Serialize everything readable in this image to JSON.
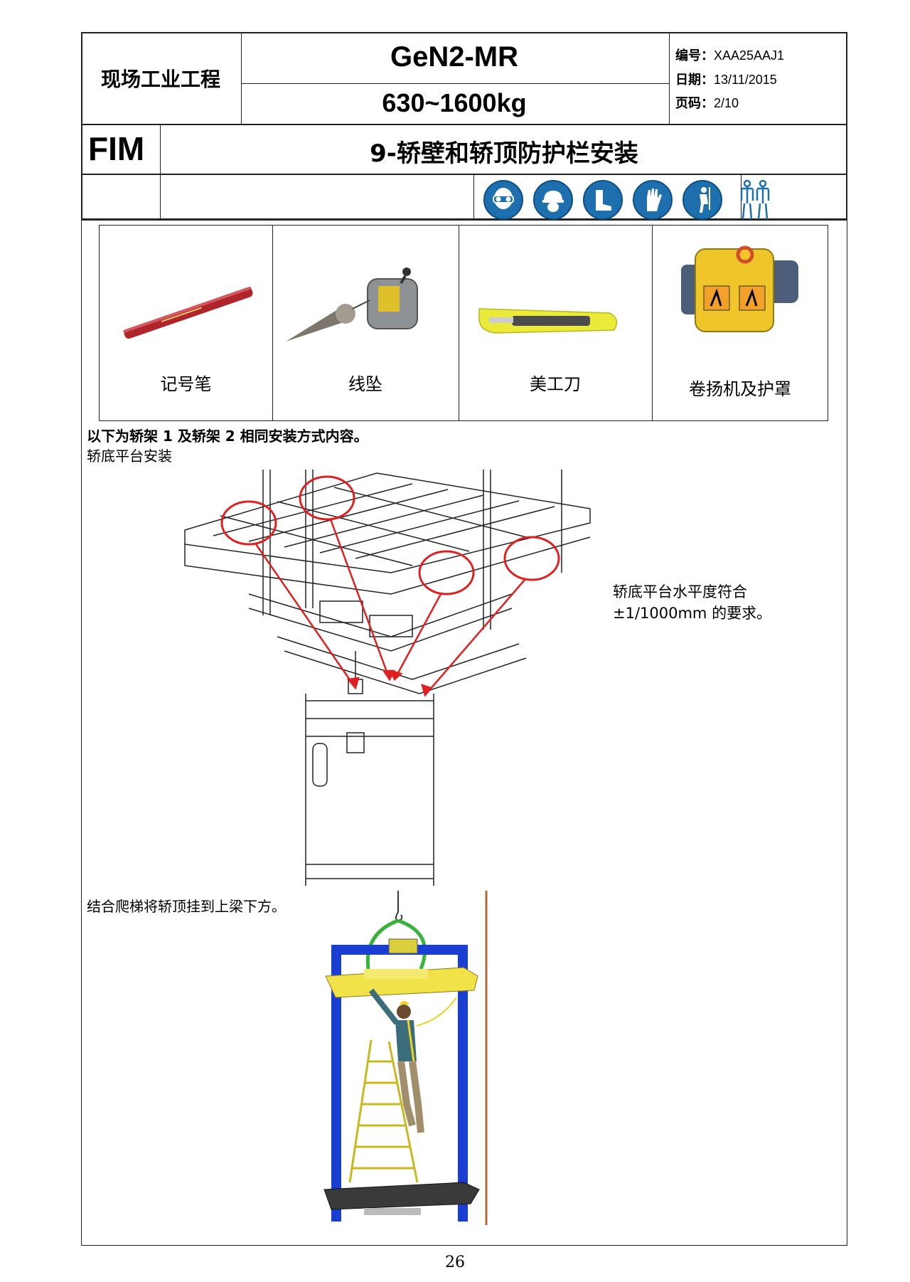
{
  "header": {
    "company": "现场工业工程",
    "model": "GeN2-MR",
    "range": "630~1600kg",
    "meta": [
      {
        "label": "编号：",
        "value": "XAA25AAJ1"
      },
      {
        "label": "日期：",
        "value": "13/11/2015"
      },
      {
        "label": "页码：",
        "value": "2/10"
      }
    ],
    "fim": "FIM",
    "title": "9-轿壁和轿顶防护栏安装",
    "ppe_icons": [
      "goggles-icon",
      "helmet-icon",
      "safety-boots-icon",
      "gloves-icon",
      "harness-icon",
      "two-persons-icon"
    ]
  },
  "tools": [
    {
      "label": "记号笔",
      "icon": "marker-pen"
    },
    {
      "label": "线坠",
      "icon": "plumb-bob"
    },
    {
      "label": "美工刀",
      "icon": "utility-knife"
    },
    {
      "label": "卷扬机及护罩",
      "icon": "hoist-winch"
    }
  ],
  "content": {
    "intro": "以下为轿架 1 及轿架 2 相同安装方式内容。",
    "subhead": "轿底平台安装",
    "note_line1": "轿底平台水平度符合",
    "note_line2": "±1/1000mm 的要求。",
    "step2": "结合爬梯将轿顶挂到上梁下方。"
  },
  "footer": {
    "page_number": "26"
  },
  "colors": {
    "accent_blue": "#1d6fae",
    "circle_red": "#e02020",
    "frame_blue": "#1a3fd0",
    "platform_yellow": "#f2e24a"
  }
}
